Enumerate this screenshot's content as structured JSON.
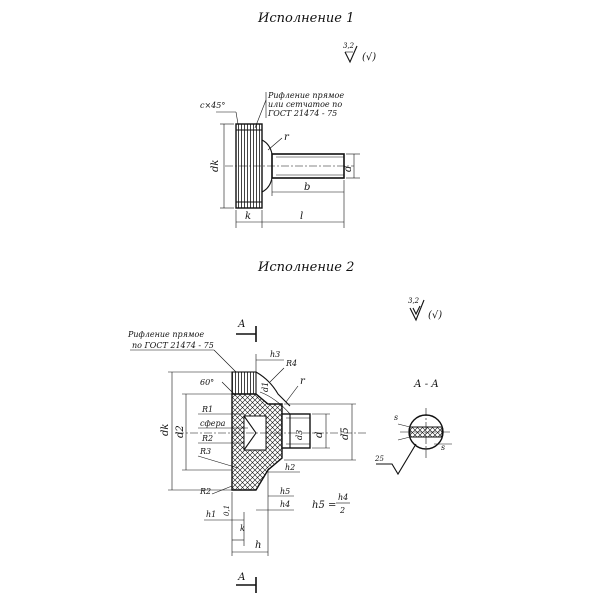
{
  "variant1": {
    "title": "Исполнение 1",
    "roughness": "3,2",
    "roughness_paren": "(√)",
    "chamfer_label": "c×45°",
    "note_line1": "Рифление прямое",
    "note_line2": "или сетчатое по",
    "note_line3": "ГОСТ 21474 - 75",
    "dims": {
      "r": "r",
      "dk": "dk",
      "d": "d",
      "b": "b",
      "k": "k",
      "l": "l"
    }
  },
  "variant2": {
    "title": "Исполнение 2",
    "roughness": "3,2",
    "roughness_paren": "(√)",
    "note_line1": "Рифление прямое",
    "note_line2": "по ГОСТ 21474 - 75",
    "section_letter": "А",
    "angle": "60°",
    "sphere": "сфера",
    "dims": {
      "h3": "h3",
      "R4": "R4",
      "d1": "d1",
      "r": "r",
      "dk": "dk",
      "d2": "d2",
      "R1": "R1",
      "R2a": "R2",
      "R3": "R3",
      "d3": "d3",
      "d": "d",
      "d5": "d5",
      "h2": "h2",
      "h5": "h5",
      "h4": "h4",
      "R2b": "R2",
      "h1": "h1",
      "small": "0,1",
      "k": "k",
      "h": "h",
      "formula_lhs": "h5 =",
      "formula_num": "h4",
      "formula_den": "2"
    }
  },
  "section": {
    "title": "А - А",
    "s1": "s",
    "s2": "s",
    "roughness": "25"
  }
}
